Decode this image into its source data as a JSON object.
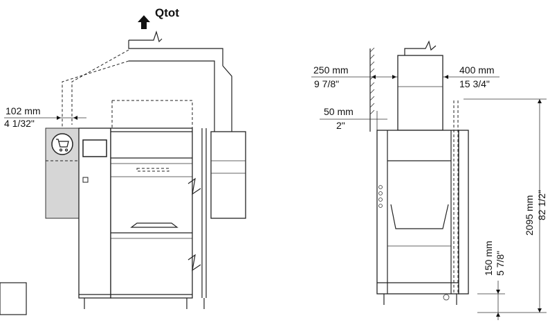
{
  "labels": {
    "flow": "Qtot",
    "left_clearance_mm": "102 mm",
    "left_clearance_in": "4 1/32\"",
    "wall_gap_mm": "250 mm",
    "wall_gap_in": "9 7/8\"",
    "side_offset_mm": "400 mm",
    "side_offset_in": "15 3/4\"",
    "rear_gap_mm": "50 mm",
    "rear_gap_in": "2\"",
    "total_height_mm": "2095 mm",
    "total_height_in": "82 1/2\"",
    "foot_height_mm": "150 mm",
    "foot_height_in": "5 7/8\""
  },
  "icons": {
    "flow_arrow": "up-arrow-icon",
    "panel_badge": "shopping-cart-icon"
  },
  "colors": {
    "panel_fill": "#d6d6d6",
    "line": "#222222"
  }
}
